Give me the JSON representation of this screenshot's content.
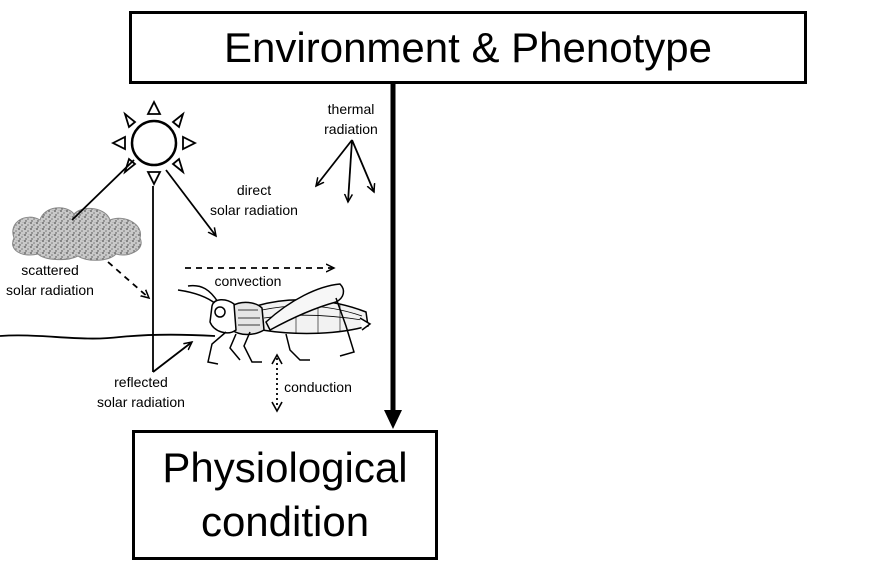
{
  "top_box": {
    "label": "Environment & Phenotype"
  },
  "bottom_box": {
    "line1": "Physiological",
    "line2": "condition"
  },
  "labels": {
    "thermal_1": "thermal",
    "thermal_2": "radiation",
    "direct_1": "direct",
    "direct_2": "solar radiation",
    "scattered_1": "scattered",
    "scattered_2": "solar radiation",
    "convection": "convection",
    "reflected_1": "reflected",
    "reflected_2": "solar radiation",
    "conduction": "conduction"
  }
}
